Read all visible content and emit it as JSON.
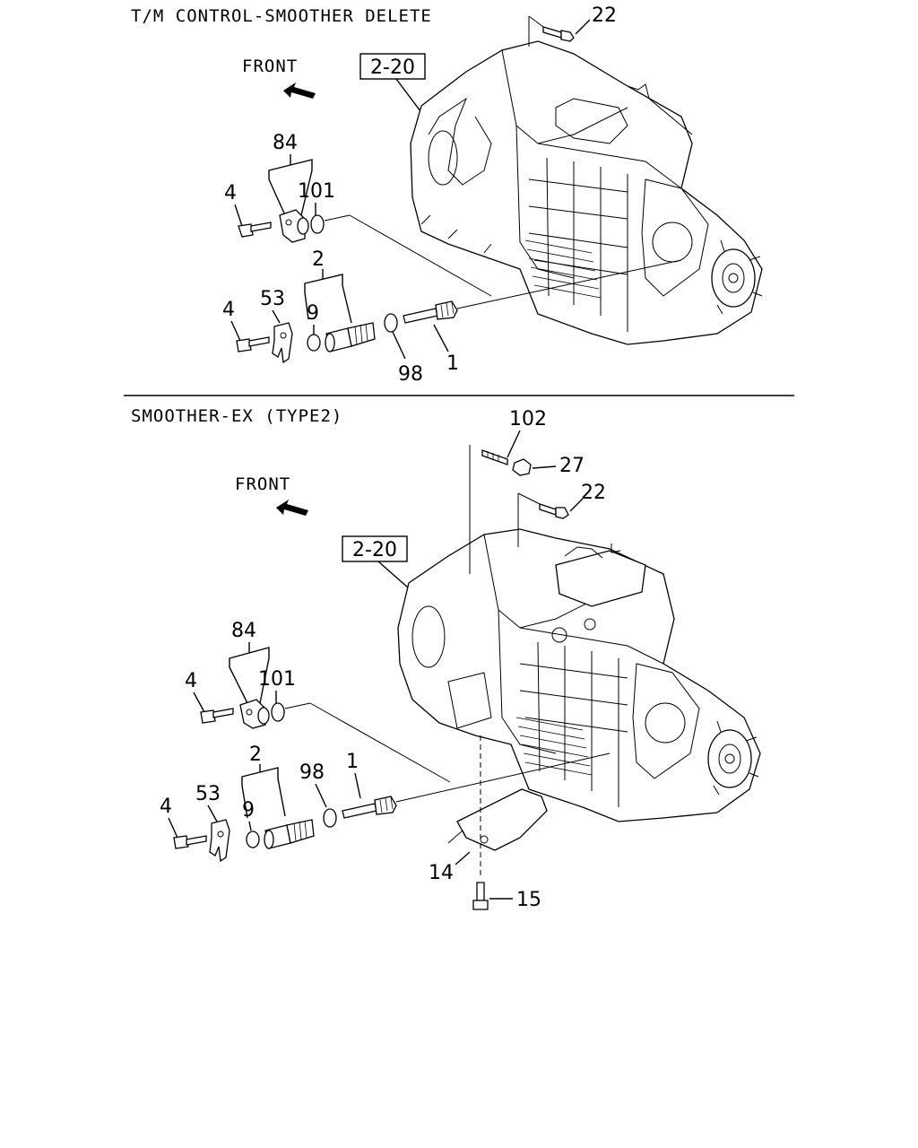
{
  "sections": [
    {
      "title": "T/M CONTROL-SMOOTHER DELETE",
      "front_label": "FRONT",
      "ref_box": "2-20",
      "callouts": {
        "p22": "22",
        "p84": "84",
        "p4a": "4",
        "p101": "101",
        "p2": "2",
        "p53": "53",
        "p9": "9",
        "p4b": "4",
        "p98": "98",
        "p1": "1"
      }
    },
    {
      "title": "SMOOTHER-EX (TYPE2)",
      "front_label": "FRONT",
      "ref_box": "2-20",
      "callouts": {
        "p102": "102",
        "p27": "27",
        "p22": "22",
        "p84": "84",
        "p4a": "4",
        "p101": "101",
        "p2": "2",
        "p98": "98",
        "p1": "1",
        "p53": "53",
        "p9": "9",
        "p4b": "4",
        "p14": "14",
        "p15": "15"
      }
    }
  ]
}
